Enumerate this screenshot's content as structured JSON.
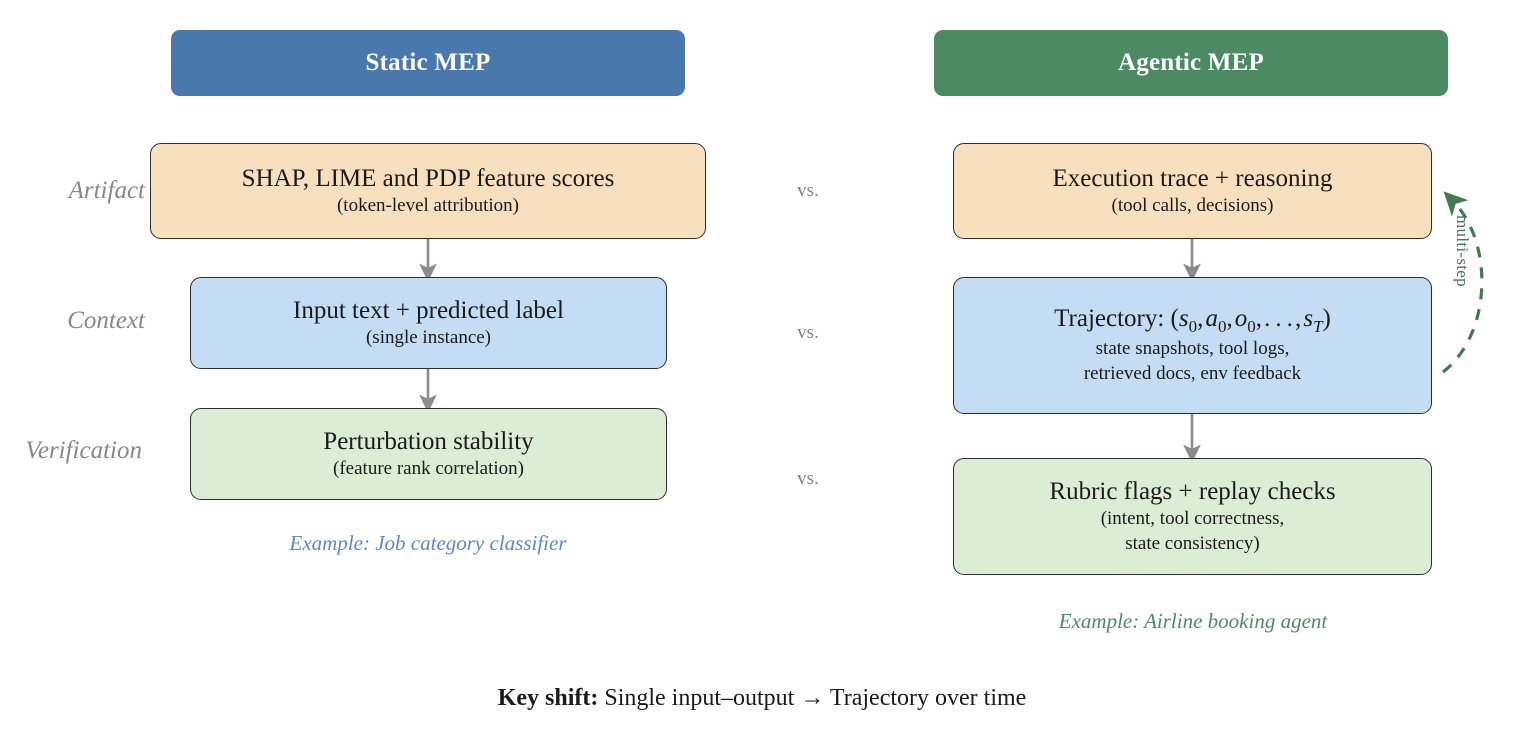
{
  "headers": {
    "static": {
      "label": "Static MEP",
      "color": "#4a78ad"
    },
    "agentic": {
      "label": "Agentic MEP",
      "color": "#4c8a64"
    }
  },
  "row_labels": {
    "artifact": "Artifact",
    "context": "Context",
    "verification": "Verification"
  },
  "vs_labels": {
    "artifact": "vs.",
    "context": "vs.",
    "verification": "vs."
  },
  "static_column": {
    "artifact": {
      "title": "SHAP, LIME and PDP feature scores",
      "sub": "(token-level attribution)",
      "fill": "#f8dfbe"
    },
    "context": {
      "title": "Input text + predicted label",
      "sub": "(single instance)",
      "fill": "#c5dcf5"
    },
    "verification": {
      "title": "Perturbation stability",
      "sub": "(feature rank correlation)",
      "fill": "#dbeed5"
    },
    "example": "Example: Job category classifier",
    "example_color": "#5b89c4"
  },
  "agentic_column": {
    "artifact": {
      "title": "Execution trace + reasoning",
      "sub": "(tool calls, decisions)",
      "fill": "#f8dfbe"
    },
    "context": {
      "title_prefix": "Trajectory:",
      "title_math": "(s0, a0, o0, . . . , sT)",
      "sub_line1": "state snapshots, tool logs,",
      "sub_line2": "retrieved docs, env feedback",
      "fill": "#c5dcf5"
    },
    "verification": {
      "title": "Rubric flags + replay checks",
      "sub_line1": "(intent, tool correctness,",
      "sub_line2": "state consistency)",
      "fill": "#dbeed5"
    },
    "example": "Example: Airline booking agent",
    "example_color": "#4c8a64"
  },
  "loop_annotation": {
    "label": "multi-step",
    "color": "#44794f"
  },
  "footer": {
    "bold_prefix": "Key shift:",
    "text": " Single input–output → Trajectory over time"
  },
  "arrow_color": "#8c8c8c"
}
